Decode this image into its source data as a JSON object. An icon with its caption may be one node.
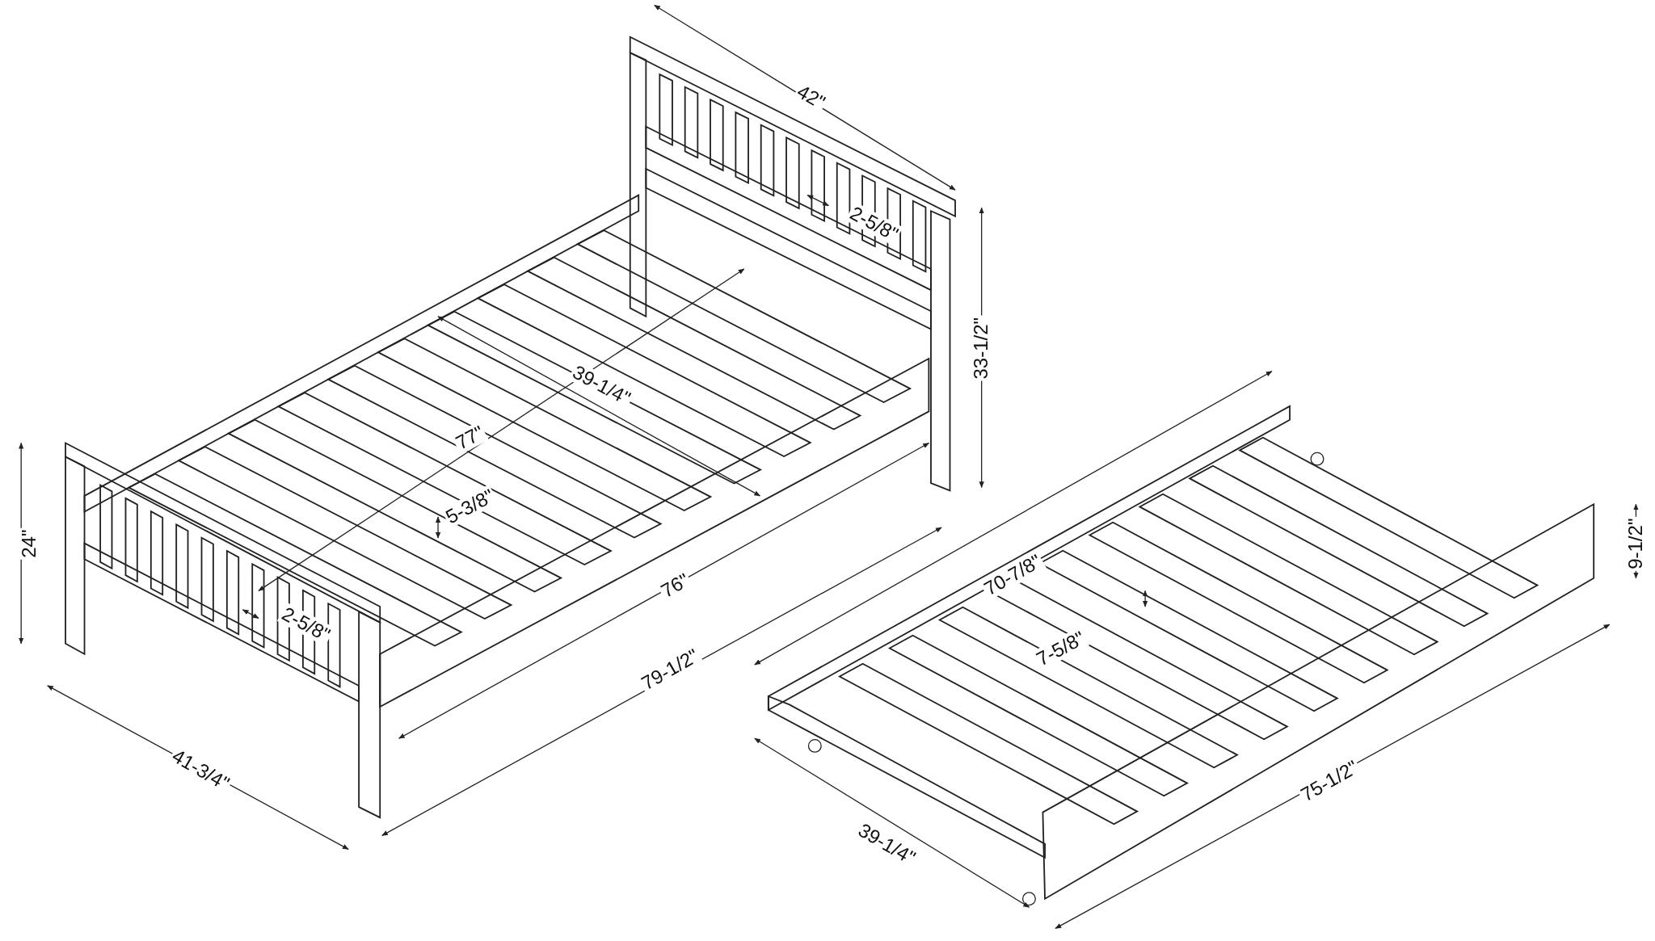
{
  "diagram": {
    "labels": [
      "42\"",
      "2-5/8\"",
      "33-1/2\"",
      "39-1/4\"",
      "77\"",
      "24\"",
      "5-3/8\"",
      "70-7/8\"",
      "9-1/2\"",
      "76\"",
      "2-5/8\"",
      "7-5/8\"",
      "79-1/2\"",
      "41-3/4\"",
      "39-1/4\"",
      "75-1/2\""
    ]
  }
}
